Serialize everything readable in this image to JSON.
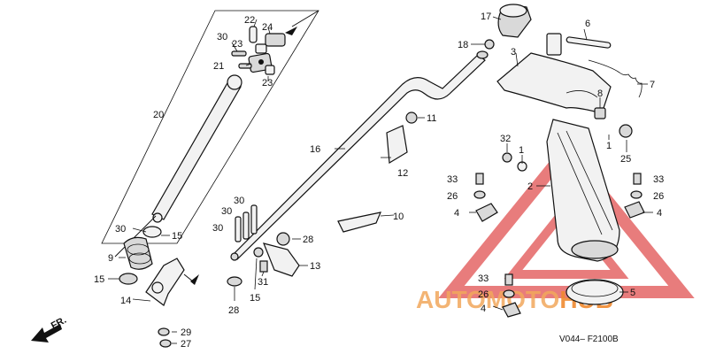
{
  "diagram_code": "V044– F2100B",
  "direction_label": "FR.",
  "watermark": {
    "text_a": "AUTOMOTO",
    "text_b": "HUB",
    "color_a": "#f2a85c",
    "color_b": "#f08a30",
    "triangle_color": "#e05050"
  },
  "callouts": [
    {
      "id": "c17",
      "text": "17"
    },
    {
      "id": "c6",
      "text": "6"
    },
    {
      "id": "c18",
      "text": "18"
    },
    {
      "id": "c3",
      "text": "3"
    },
    {
      "id": "c7",
      "text": "7"
    },
    {
      "id": "c8",
      "text": "8"
    },
    {
      "id": "c1a",
      "text": "1"
    },
    {
      "id": "c1b",
      "text": "1"
    },
    {
      "id": "c25",
      "text": "25"
    },
    {
      "id": "c32",
      "text": "32"
    },
    {
      "id": "c33a",
      "text": "33"
    },
    {
      "id": "c26a",
      "text": "26"
    },
    {
      "id": "c4a",
      "text": "4"
    },
    {
      "id": "c2",
      "text": "2"
    },
    {
      "id": "c33b",
      "text": "33"
    },
    {
      "id": "c26b",
      "text": "26"
    },
    {
      "id": "c4b",
      "text": "4"
    },
    {
      "id": "c33c",
      "text": "33"
    },
    {
      "id": "c26c",
      "text": "26"
    },
    {
      "id": "c4c",
      "text": "4"
    },
    {
      "id": "c5",
      "text": "5"
    },
    {
      "id": "c22",
      "text": "22"
    },
    {
      "id": "c24",
      "text": "24"
    },
    {
      "id": "c30a",
      "text": "30"
    },
    {
      "id": "c23a",
      "text": "23"
    },
    {
      "id": "c21",
      "text": "21"
    },
    {
      "id": "c23b",
      "text": "23"
    },
    {
      "id": "c20",
      "text": "20"
    },
    {
      "id": "c11",
      "text": "11"
    },
    {
      "id": "c16",
      "text": "16"
    },
    {
      "id": "c12",
      "text": "12"
    },
    {
      "id": "c10",
      "text": "10"
    },
    {
      "id": "c30b",
      "text": "30"
    },
    {
      "id": "c30c",
      "text": "30"
    },
    {
      "id": "c30d",
      "text": "30"
    },
    {
      "id": "c28a",
      "text": "28"
    },
    {
      "id": "c13",
      "text": "13"
    },
    {
      "id": "c31",
      "text": "31"
    },
    {
      "id": "c15a",
      "text": "15"
    },
    {
      "id": "c28b",
      "text": "28"
    },
    {
      "id": "c30e",
      "text": "30"
    },
    {
      "id": "c15b",
      "text": "15"
    },
    {
      "id": "c9",
      "text": "9"
    },
    {
      "id": "c15c",
      "text": "15"
    },
    {
      "id": "c14",
      "text": "14"
    },
    {
      "id": "c29",
      "text": "29"
    },
    {
      "id": "c27",
      "text": "27"
    }
  ]
}
